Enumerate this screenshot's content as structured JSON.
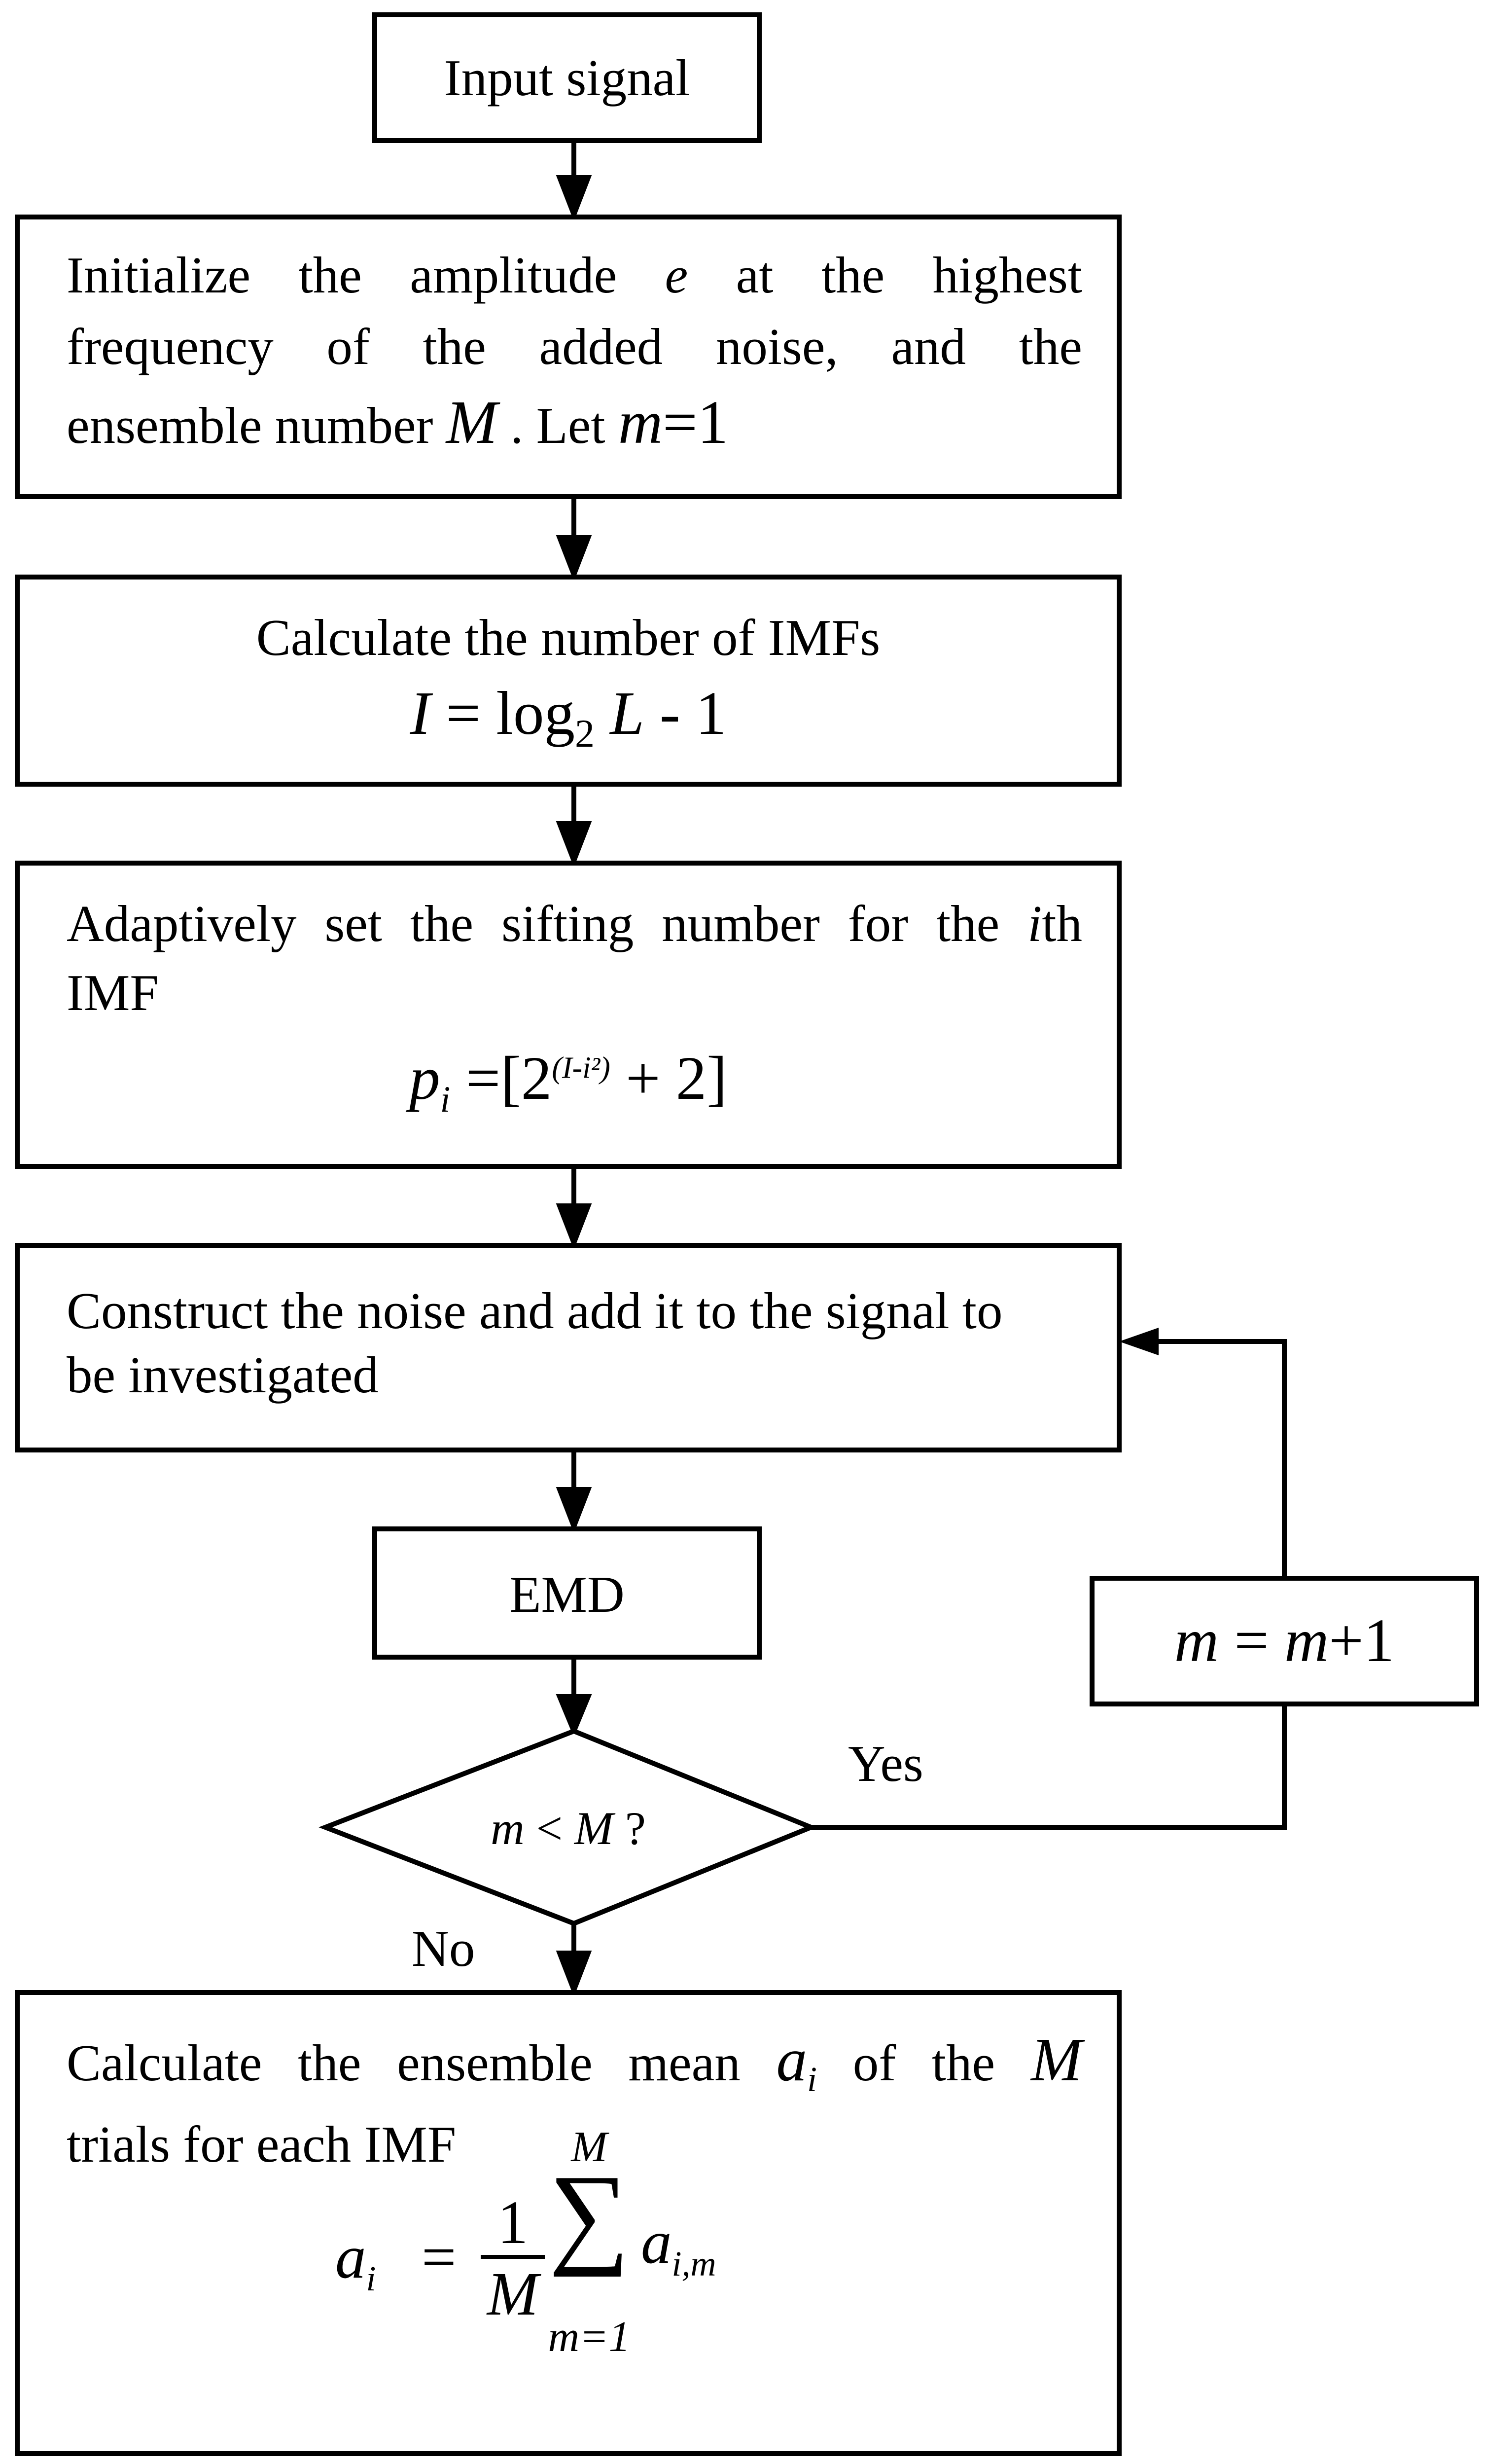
{
  "nodes": {
    "input": {
      "label": "Input signal"
    },
    "init": {
      "line1": "Initialize the amplitude",
      "var_e": "e",
      "line1_end": "at the highest",
      "line2": "frequency of the added noise, and the",
      "line3": "ensemble number",
      "var_M": "M",
      "line3_mid": ". Let",
      "var_m": "m",
      "eq": "=1"
    },
    "imf_count": {
      "line1": "Calculate the number of IMFs",
      "var_I": "I",
      "eq": "= log",
      "sub2": "2",
      "var_L": "L",
      "tail": "- 1"
    },
    "sifting": {
      "line1_a": "Adaptively set the sifting number for the",
      "var_i": "i",
      "line1_b": "th",
      "line2": "IMF",
      "var_p": "p",
      "sub_i": "i",
      "eq": "=[2",
      "exp": "(I-i²)",
      "tail": "+ 2]"
    },
    "noise": {
      "line1": "Construct the noise and add it to the signal to",
      "line2": "be investigated"
    },
    "emd": {
      "label": "EMD"
    },
    "increment": {
      "var_m1": "m",
      "eq": "=",
      "var_m2": "m",
      "tail": "+1"
    },
    "decision": {
      "var_m": "m",
      "lt": "<",
      "var_M": "M",
      "q": "?"
    },
    "mean": {
      "line1_a": "Calculate the ensemble mean",
      "var_a": "a",
      "sub_i": "i",
      "line1_b": "of the",
      "var_M": "M",
      "line2": "trials for each IMF",
      "f_a": "a",
      "f_sub": "i",
      "f_eq": "=",
      "f_num": "1",
      "f_den": "M",
      "f_sum": "∑",
      "f_top": "M",
      "f_bot": "m=1",
      "f_term": "a",
      "f_term_sub": "i,m"
    }
  },
  "edges": {
    "yes_label": "Yes",
    "no_label": "No"
  }
}
